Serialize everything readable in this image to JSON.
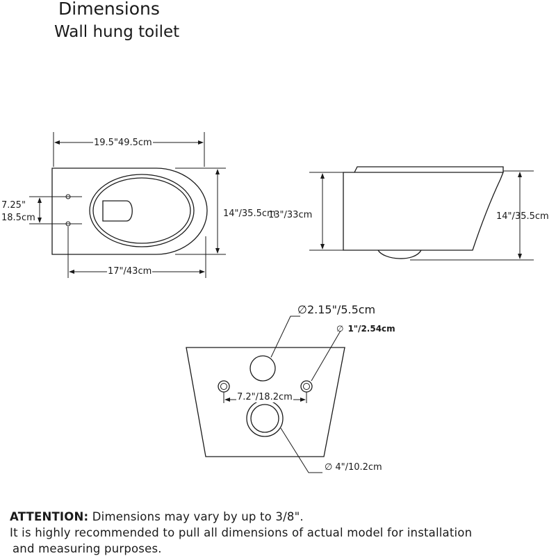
{
  "header": {
    "title": "Dimensions",
    "subtitle": "Wall hung toilet"
  },
  "top_view": {
    "overall_length": "19.5\"49.5cm",
    "bowl_length": "17\"/43cm",
    "width": "14\"/35.5cm",
    "bolt_spacing_in": "7.25\"",
    "bolt_spacing_cm": "18.5cm"
  },
  "side_view": {
    "front_height": "13\"/33cm",
    "rear_height": "14\"/35.5cm"
  },
  "rear_view": {
    "water_inlet_diameter": "2.15\"/5.5cm",
    "bolt_hole_diameter": "1\"/2.54cm",
    "bolt_hole_spacing": "7.2\"/18.2cm",
    "outlet_diameter": "4\"/10.2cm",
    "diameter_symbol": "∅"
  },
  "notice": {
    "label": "ATTENTION:",
    "line1": "Dimensions may vary by up to 3/8\".",
    "line2": "It is highly recommended to pull all dimensions of actual model for installation",
    "line3": "and measuring purposes."
  }
}
